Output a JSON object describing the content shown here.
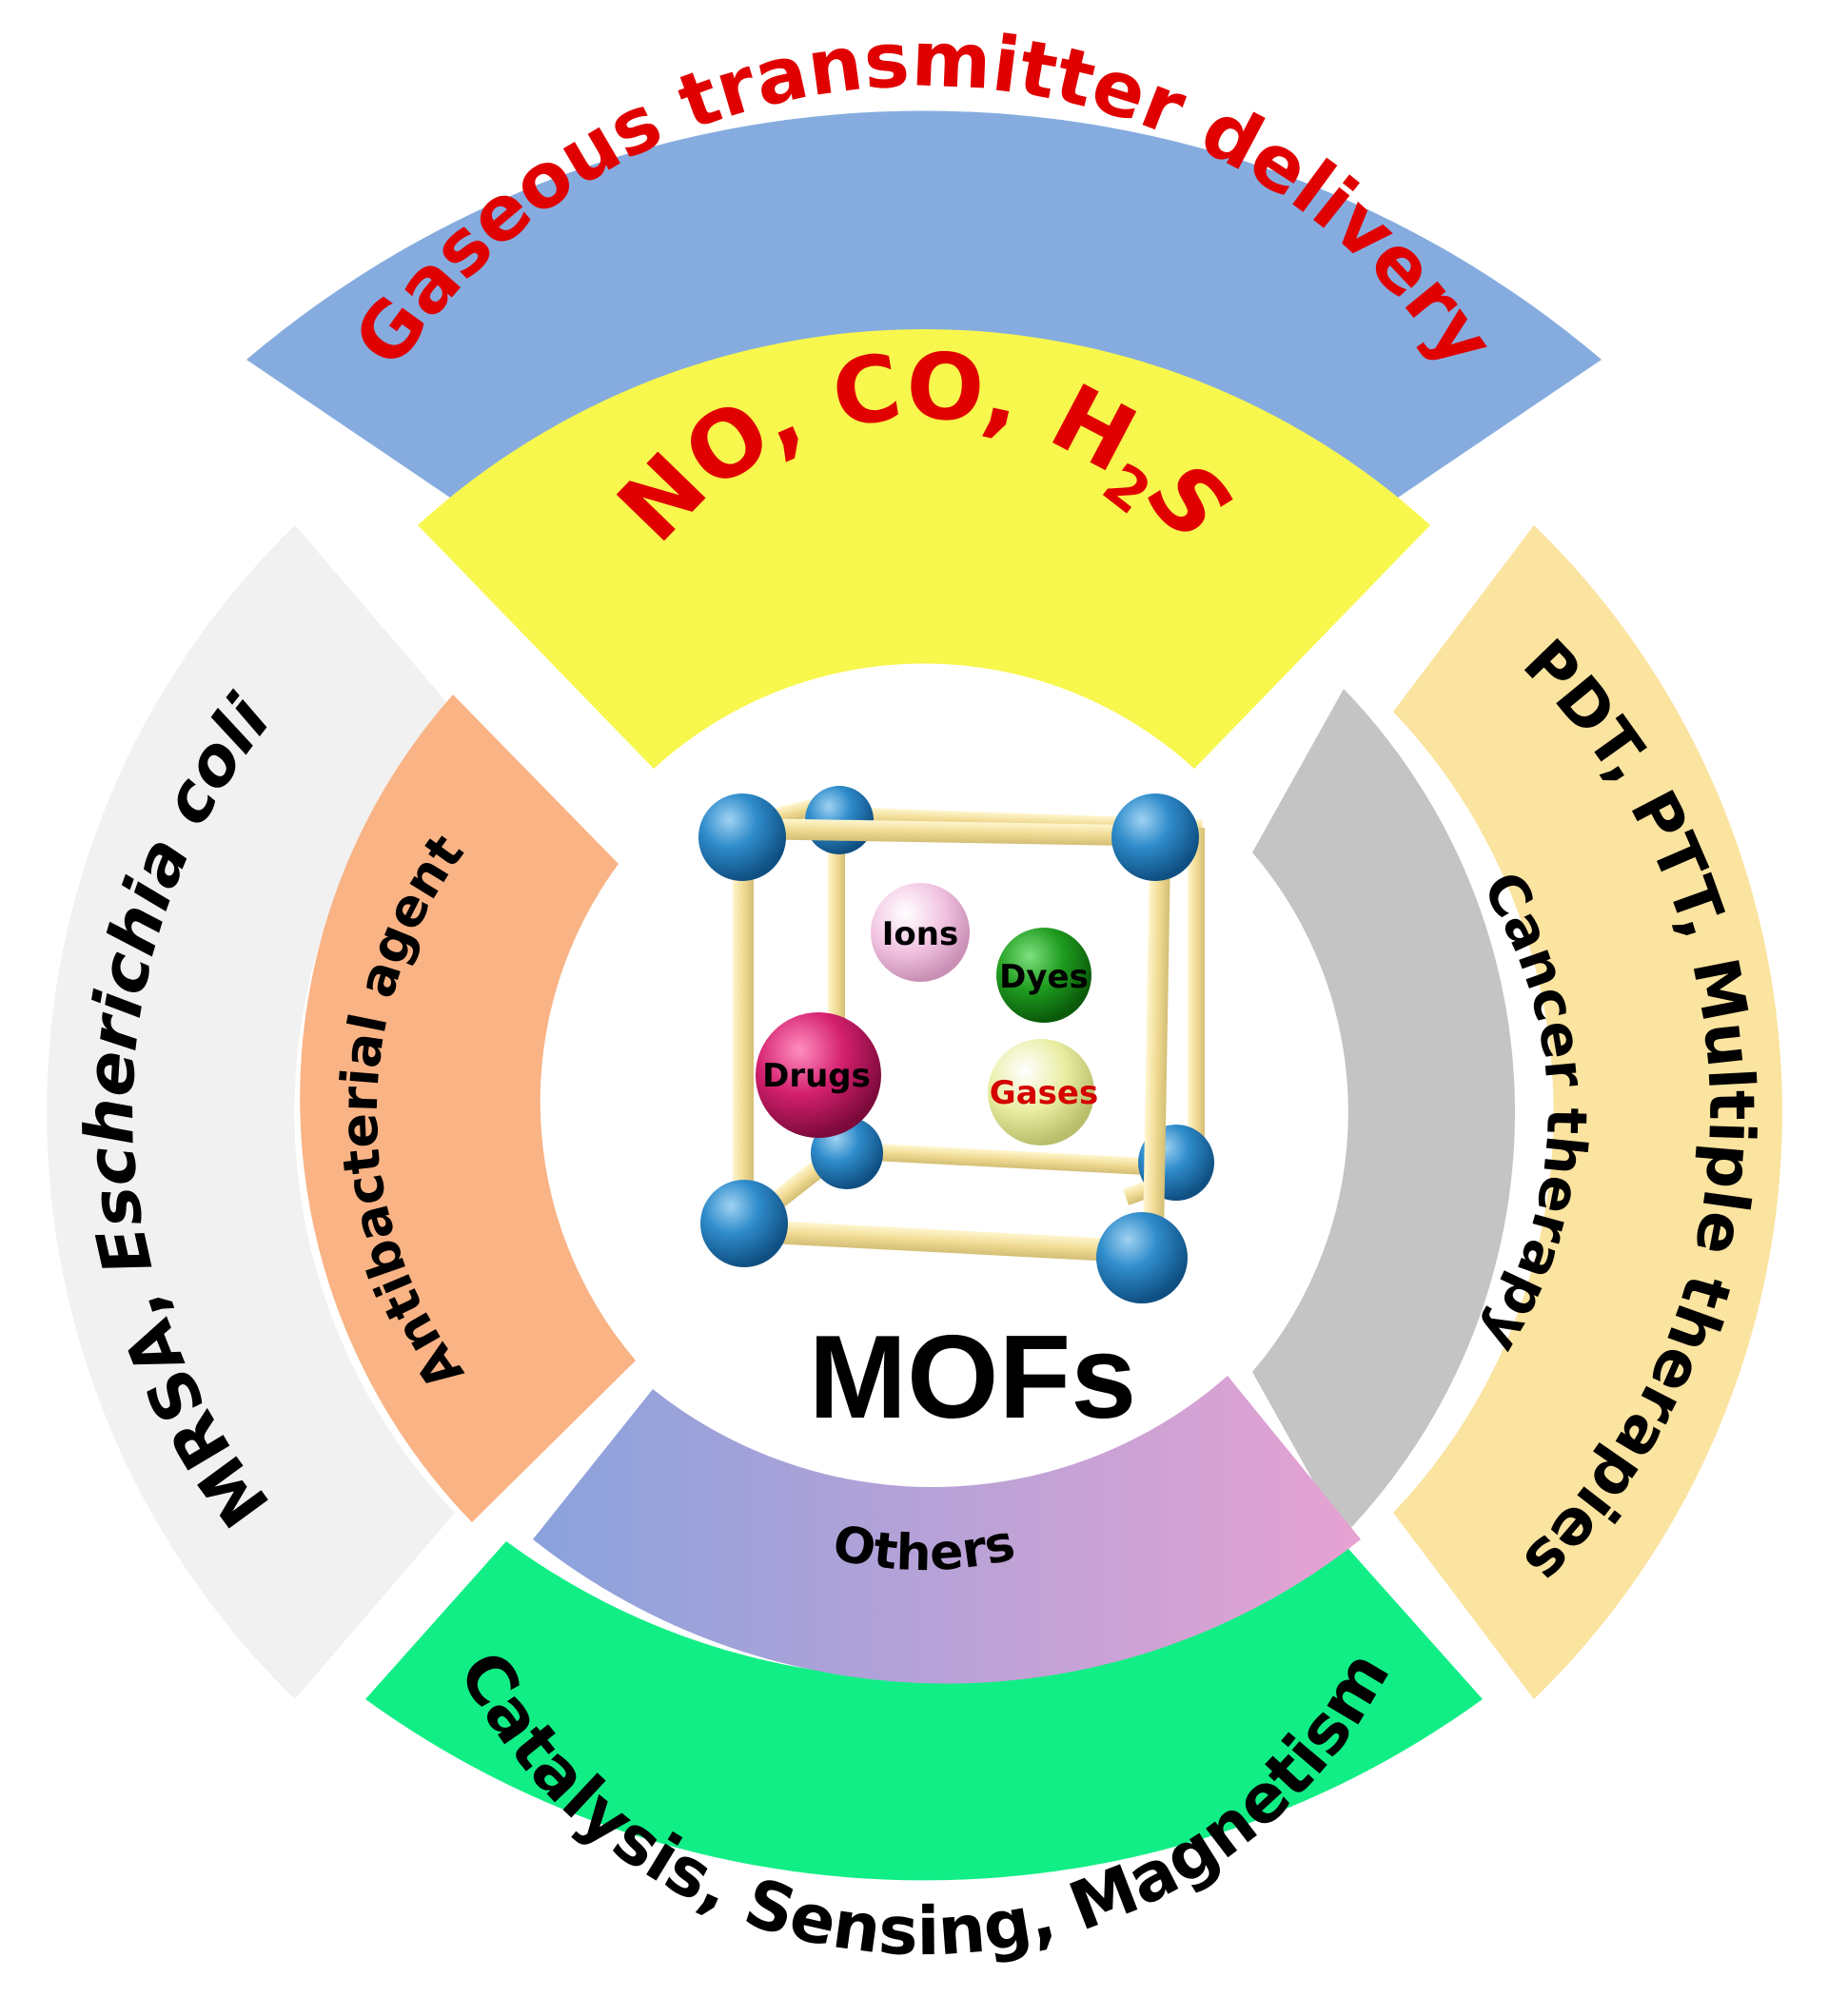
{
  "center": {
    "title": "MOFs",
    "cargo": [
      {
        "label": "Ions",
        "color": "#f2c4e2",
        "text_color": "#000000"
      },
      {
        "label": "Dyes",
        "color": "#1f9d1f",
        "text_color": "#000000"
      },
      {
        "label": "Drugs",
        "color": "#d4206e",
        "text_color": "#000000"
      },
      {
        "label": "Gases",
        "color": "#e8eda0",
        "text_color": "#d40000"
      }
    ]
  },
  "sectors": {
    "top": {
      "outer_label": "Gaseous transmitter delivery",
      "inner_label_parts": [
        "NO, CO, H",
        "2",
        "S"
      ],
      "outer_color": "#86acdf",
      "inner_color": "#f8f74d",
      "text_color": "#e00000"
    },
    "right": {
      "outer_label": "PDT, PTT, Multiple therapies",
      "inner_label": "Cancer therapy",
      "outer_color": "#fbe3a0",
      "inner_color": "#c4c4c4",
      "text_color": "#000000"
    },
    "bottom": {
      "outer_label": "Catalysis, Sensing, Magnetism",
      "inner_label": "Others",
      "outer_color": "#12ee86",
      "inner_gradient": [
        "#8aa2dc",
        "#e6a2d2"
      ],
      "text_color": "#000000"
    },
    "left": {
      "outer_label_parts": [
        "MRSA, ",
        "Escherichia coli"
      ],
      "inner_label": "Antibacterial agent",
      "outer_color": "#f1f1f1",
      "inner_color": "#f9b385",
      "text_color": "#000000"
    }
  },
  "colors": {
    "node": "#2a88c8",
    "rod": "#f4e6a6"
  }
}
